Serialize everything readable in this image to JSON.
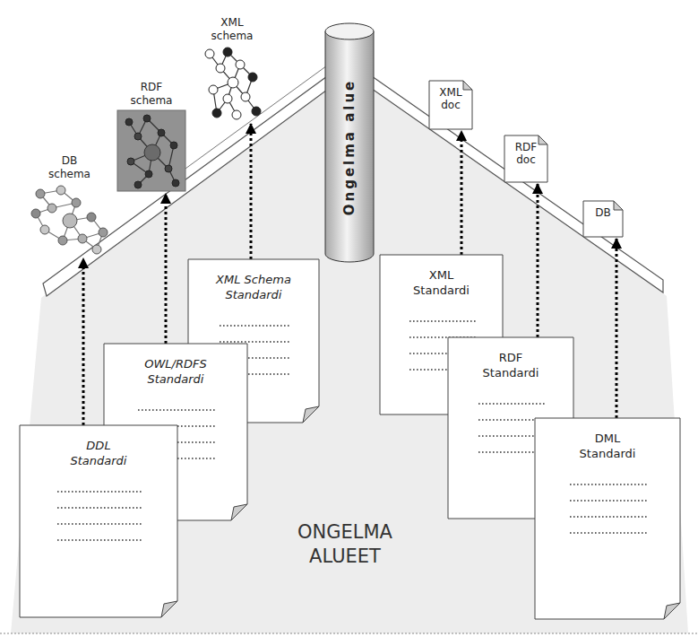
{
  "diagram": {
    "nodes": [
      {
        "text": [
          "ONGELMA ALUEET"
        ]
      },
      {
        "text": [
          "DB schema"
        ]
      },
      {
        "text": [
          "RDF schema"
        ]
      },
      {
        "text": [
          "XML schema"
        ]
      },
      {
        "text": [
          "Ongelma alue"
        ]
      },
      {
        "text": [
          "XML doc"
        ]
      },
      {
        "text": [
          "RDF doc"
        ]
      },
      {
        "text": [
          "DB"
        ]
      },
      {
        "text": [
          "DDL Standardi"
        ],
        "in": 0
      },
      {
        "text": [
          "OWL/RDFS Standardi"
        ],
        "in": 0
      },
      {
        "text": [
          "XML Schema Standardi"
        ],
        "in": 0
      },
      {
        "text": [
          "XML Standardi"
        ],
        "in": 0
      },
      {
        "text": [
          "RDF Standardi"
        ],
        "in": 0
      },
      {
        "text": [
          "DML Standardi"
        ],
        "in": 0
      }
    ],
    "edges": [
      {
        "from": 8,
        "to": 1,
        "arrow": "to"
      },
      {
        "from": 9,
        "to": 2,
        "arrow": "to"
      },
      {
        "from": 10,
        "to": 3,
        "arrow": "to"
      },
      {
        "from": 11,
        "to": 5,
        "arrow": "to"
      },
      {
        "from": 12,
        "to": 6,
        "arrow": "to"
      },
      {
        "from": 13,
        "to": 7,
        "arrow": "to"
      }
    ]
  }
}
